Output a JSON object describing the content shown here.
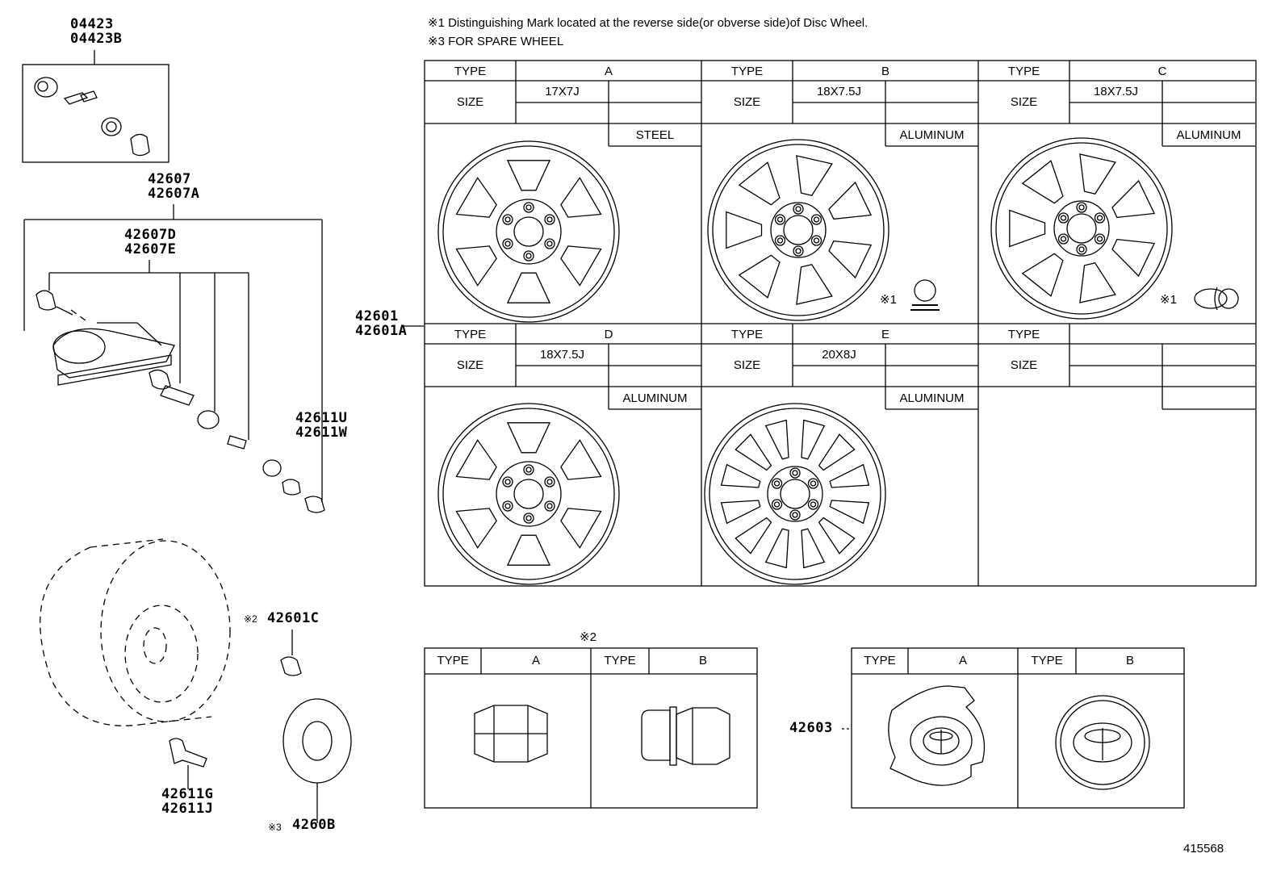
{
  "notes": {
    "note1": "※1 Distinguishing Mark located at the reverse side(or obverse side)of Disc Wheel.",
    "note3": "※3 FOR SPARE WHEEL"
  },
  "parts": {
    "valve_kit_a": "04423",
    "valve_kit_b": "04423B",
    "sensor_a": "42607",
    "sensor_b": "42607A",
    "sensor_sub_a": "42607D",
    "sensor_sub_b": "42607E",
    "cap_a": "42611U",
    "cap_b": "42611W",
    "wheel_a": "42601",
    "wheel_b": "42601A",
    "spare_nut_mark": "※2",
    "spare_nut": "42601C",
    "spare_valve_a": "42611G",
    "spare_valve_b": "42611J",
    "spare_cap_mark": "※3",
    "spare_cap": "4260B",
    "center_cap": "42603",
    "diagram_id": "415568"
  },
  "wheel_table": {
    "type_label": "TYPE",
    "size_label": "SIZE",
    "mark1": "※1",
    "rows": [
      [
        {
          "type": "A",
          "size": "17X7J",
          "material": "STEEL"
        },
        {
          "type": "B",
          "size": "18X7.5J",
          "material": "ALUMINUM"
        },
        {
          "type": "C",
          "size": "18X7.5J",
          "material": "ALUMINUM"
        }
      ],
      [
        {
          "type": "D",
          "size": "18X7.5J",
          "material": "ALUMINUM"
        },
        {
          "type": "E",
          "size": "20X8J",
          "material": "ALUMINUM"
        },
        {
          "type": "",
          "size": "",
          "material": ""
        }
      ]
    ]
  },
  "nut_table": {
    "mark": "※2",
    "type_label": "TYPE",
    "types": [
      "A",
      "B"
    ]
  },
  "cap_table": {
    "type_label": "TYPE",
    "types": [
      "A",
      "B"
    ]
  }
}
